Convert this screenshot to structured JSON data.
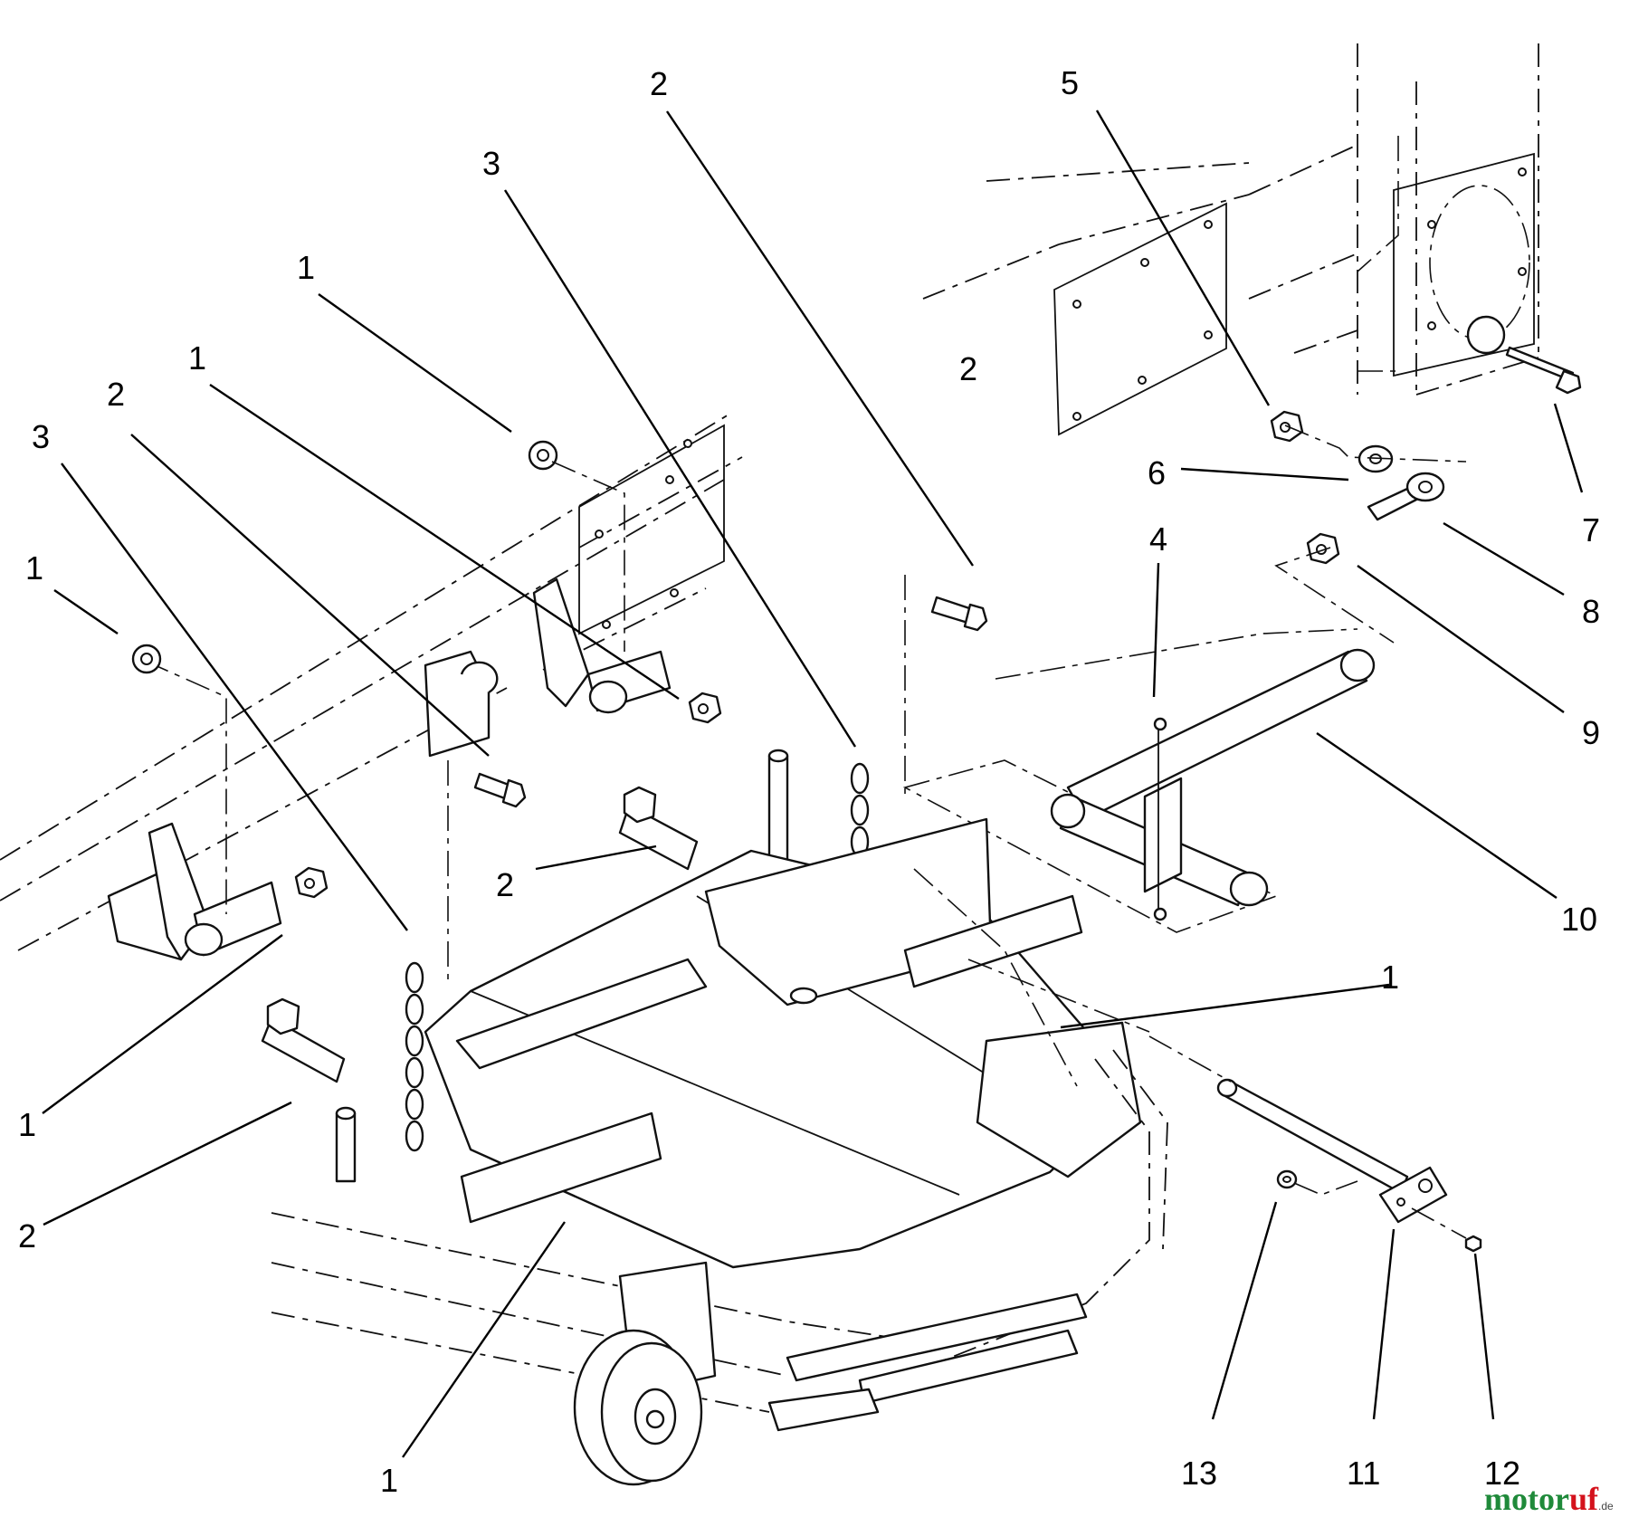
{
  "diagram": {
    "callouts": [
      "2",
      "5",
      "3",
      "1",
      "1",
      "2",
      "3",
      "1",
      "2",
      "6",
      "7",
      "4",
      "8",
      "9",
      "2",
      "10",
      "1",
      "1",
      "2",
      "13",
      "11",
      "12",
      "1"
    ],
    "watermark": {
      "brand_part1": "motor",
      "brand_part2": "uf",
      "suffix": ".de"
    }
  }
}
